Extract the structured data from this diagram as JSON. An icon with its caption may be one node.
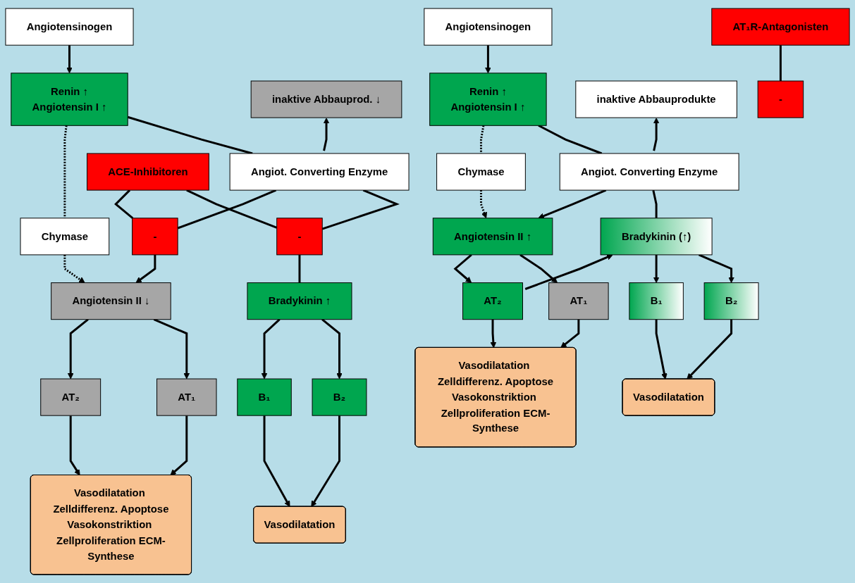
{
  "diagram": {
    "nodes": [
      {
        "text": [
          "Angiotensinogen"
        ]
      },
      {
        "text": [
          "Renin ↑",
          "Angiotensin I ↑"
        ]
      },
      {
        "text": [
          "inaktive Abbauprod. ↓"
        ]
      },
      {
        "text": [
          "Chymase"
        ]
      },
      {
        "text": [
          "Angiot. Converting Enzyme"
        ]
      },
      {
        "text": [
          "-"
        ]
      },
      {
        "text": [
          "ACE-Inhibitoren"
        ]
      },
      {
        "text": [
          "-"
        ]
      },
      {
        "text": [
          "Angiotensin II ↓"
        ]
      },
      {
        "text": [
          "Bradykinin ↑"
        ]
      },
      {
        "text": [
          "AT₂"
        ]
      },
      {
        "text": [
          "AT₁"
        ]
      },
      {
        "text": [
          "B₁"
        ]
      },
      {
        "text": [
          "B₂"
        ]
      },
      {
        "text": [
          "Vasodilatation Zelldifferenz. Apoptose",
          "Vasokonstriktion Zellproliferation ECM-Synthese"
        ]
      },
      {
        "text": [
          "Vasodilatation"
        ]
      },
      {
        "text": [
          "Angiotensinogen"
        ]
      },
      {
        "text": [
          "Renin ↑",
          "Angiotensin I ↑"
        ]
      },
      {
        "text": [
          "inaktive Abbauprodukte"
        ]
      },
      {
        "text": [
          "Chymase"
        ]
      },
      {
        "text": [
          "Angiot. Converting Enzyme"
        ]
      },
      {
        "text": [
          "Angiotensin II ↑"
        ]
      },
      {
        "text": [
          "Bradykinin (↑)"
        ]
      },
      {
        "text": [
          "AT₁R-Antagonisten"
        ]
      },
      {
        "text": [
          "-"
        ]
      },
      {
        "text": [
          "AT₂"
        ]
      },
      {
        "text": [
          "AT₁"
        ]
      },
      {
        "text": [
          "B₁"
        ]
      },
      {
        "text": [
          "B₂"
        ]
      },
      {
        "text": [
          "Vasodilatation Zelldifferenz. Apoptose",
          "Vasokonstriktion Zellproliferation ECM-Synthese"
        ]
      },
      {
        "text": [
          "Vasodilatation"
        ]
      }
    ],
    "edges": [
      {
        "from": 0,
        "to": 1,
        "arrow": "to"
      },
      {
        "from": 1,
        "to": 3,
        "arrow": "none",
        "style": "dashed"
      },
      {
        "from": 3,
        "to": 8,
        "arrow": "to",
        "style": "dashed"
      },
      {
        "from": 1,
        "to": 4,
        "arrow": "none"
      },
      {
        "from": 4,
        "to": 5,
        "arrow": "none"
      },
      {
        "from": 5,
        "to": 8,
        "arrow": "to"
      },
      {
        "from": 6,
        "to": 5,
        "arrow": "none"
      },
      {
        "from": 6,
        "to": 7,
        "arrow": "none"
      },
      {
        "from": 9,
        "to": 7,
        "arrow": "none"
      },
      {
        "from": 7,
        "to": 4,
        "arrow": "none"
      },
      {
        "from": 4,
        "to": 2,
        "arrow": "to"
      },
      {
        "from": 8,
        "to": 10,
        "arrow": "to"
      },
      {
        "from": 8,
        "to": 11,
        "arrow": "to"
      },
      {
        "from": 9,
        "to": 12,
        "arrow": "to"
      },
      {
        "from": 9,
        "to": 13,
        "arrow": "to"
      },
      {
        "from": 10,
        "to": 14,
        "arrow": "to"
      },
      {
        "from": 11,
        "to": 14,
        "arrow": "to"
      },
      {
        "from": 12,
        "to": 15,
        "arrow": "to"
      },
      {
        "from": 13,
        "to": 15,
        "arrow": "to"
      },
      {
        "from": 16,
        "to": 17,
        "arrow": "to"
      },
      {
        "from": 17,
        "to": 19,
        "arrow": "none",
        "style": "dashed"
      },
      {
        "from": 19,
        "to": 21,
        "arrow": "to",
        "style": "dashed"
      },
      {
        "from": 17,
        "to": 20,
        "arrow": "none"
      },
      {
        "from": 20,
        "to": 21,
        "arrow": "to"
      },
      {
        "from": 22,
        "to": 20,
        "arrow": "none"
      },
      {
        "from": 20,
        "to": 18,
        "arrow": "to"
      },
      {
        "from": 21,
        "to": 25,
        "arrow": "to"
      },
      {
        "from": 21,
        "to": 26,
        "arrow": "to"
      },
      {
        "from": 25,
        "to": 22,
        "arrow": "to"
      },
      {
        "from": 23,
        "to": 24,
        "arrow": "none"
      },
      {
        "from": 22,
        "to": 27,
        "arrow": "to"
      },
      {
        "from": 22,
        "to": 28,
        "arrow": "to"
      },
      {
        "from": 25,
        "to": 29,
        "arrow": "to"
      },
      {
        "from": 26,
        "to": 29,
        "arrow": "to"
      },
      {
        "from": 27,
        "to": 30,
        "arrow": "to"
      },
      {
        "from": 28,
        "to": 30,
        "arrow": "to"
      }
    ]
  }
}
